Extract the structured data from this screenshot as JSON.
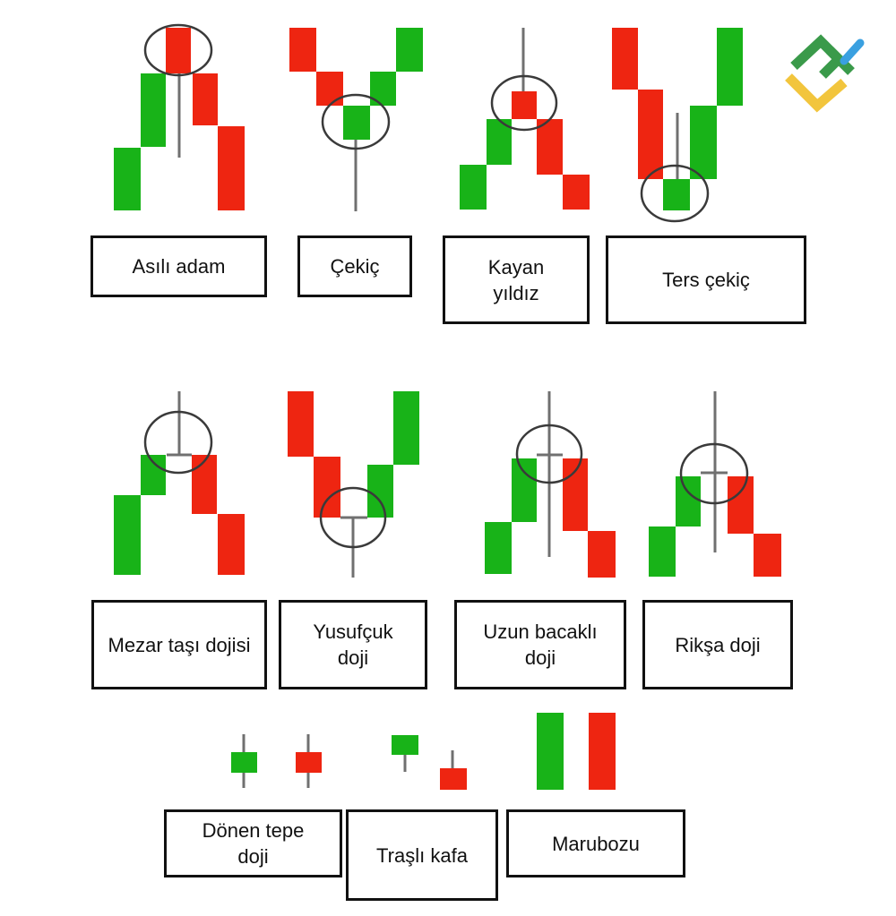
{
  "colors": {
    "bullish": "#18b318",
    "bearish": "#ee2511",
    "wick": "#707070",
    "circle": "#3a3a3a",
    "border": "#111111",
    "logo_green": "#3a9a4a",
    "logo_yellow": "#f2c53d",
    "logo_blue": "#3aa0e0"
  },
  "logo": {
    "icon": "brand-logo-icon"
  },
  "patterns": [
    {
      "id": "asili-adam",
      "label": "Asılı adam"
    },
    {
      "id": "cekic",
      "label": "Çekiç"
    },
    {
      "id": "kayan-yildiz",
      "label": "Kayan\nyıldız"
    },
    {
      "id": "ters-cekic",
      "label": "Ters çekiç"
    },
    {
      "id": "mezar-tasi-dojisi",
      "label": "Mezar taşı dojisi"
    },
    {
      "id": "yusufcuk-doji",
      "label": "Yusufçuk\ndoji"
    },
    {
      "id": "uzun-bacakli-doji",
      "label": "Uzun bacaklı\ndoji"
    },
    {
      "id": "riksa-doji",
      "label": "Rikşa doji"
    },
    {
      "id": "donen-tepe-doji",
      "label": "Dönen tepe\ndoji"
    },
    {
      "id": "trasli-kafa",
      "label": "Traşlı kafa"
    },
    {
      "id": "marubozu",
      "label": "Marubozu"
    }
  ]
}
